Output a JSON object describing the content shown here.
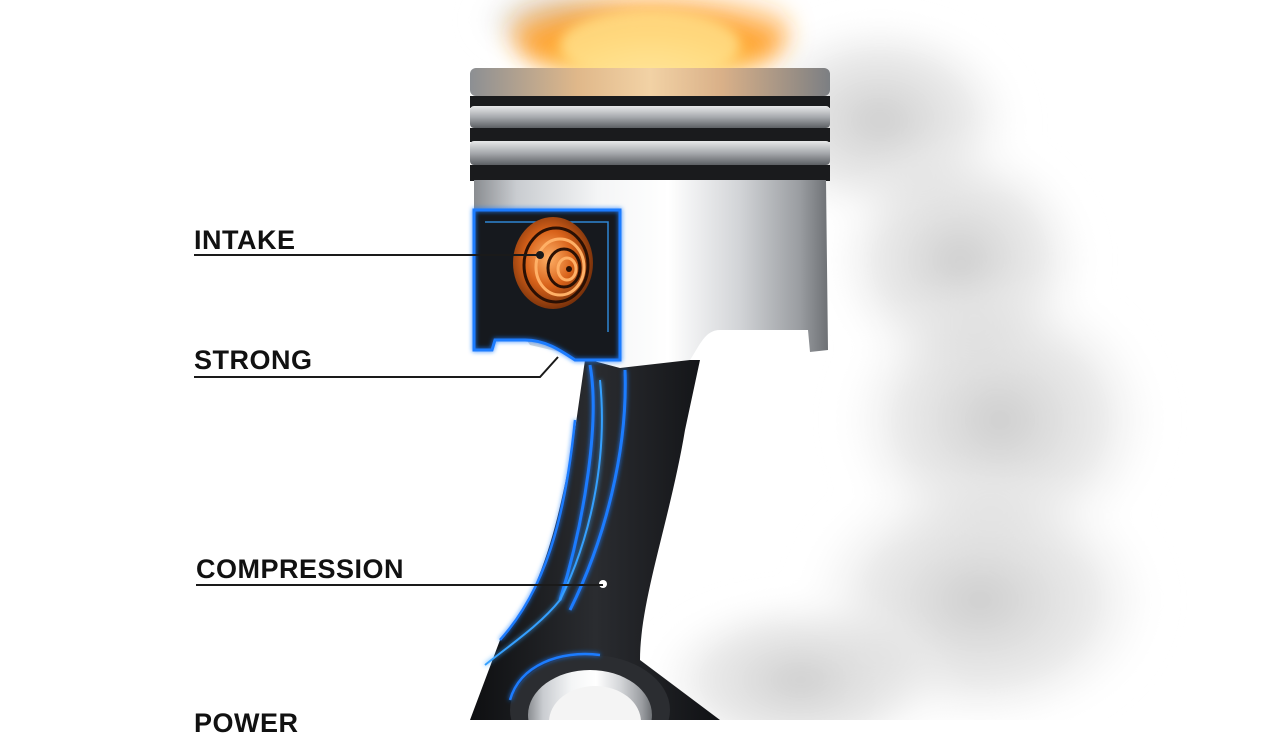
{
  "labels": {
    "intake": "INTAKE",
    "strong": "STRONG",
    "compression": "COMPRESSION",
    "power": "POWER"
  },
  "colors": {
    "background": "#ffffff",
    "label_text": "#111111",
    "leader_line": "#1a1a1a",
    "outline_glow": "#1e7bff",
    "flame": "#ff9a1f",
    "coil": "#d8621a",
    "metal": "#b9bcc0",
    "smoke": "#cfcfcf"
  },
  "icons": {
    "piston": "piston-illustration",
    "connecting_rod": "connecting-rod-illustration",
    "flame": "flame-icon",
    "smoke": "smoke-cloud",
    "coil": "spiral-coil-icon"
  }
}
